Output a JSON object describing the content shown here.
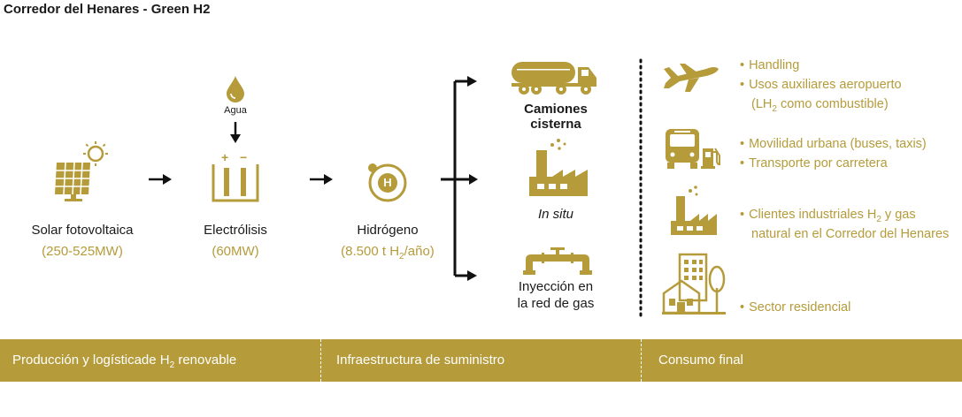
{
  "title": "Corredor del Henares - Green H2",
  "colors": {
    "gold": "#b59b3a",
    "dark": "#1a1a1a",
    "white": "#ffffff"
  },
  "production": {
    "solar": {
      "label": "Solar fotovoltaica",
      "value": "(250-525MW)",
      "icon": "solar-panel-icon"
    },
    "water": {
      "label": "Agua",
      "icon": "water-drop-icon"
    },
    "electrolysis": {
      "label": "Electrólisis",
      "value": "(60MW)",
      "icon": "electrolyzer-icon",
      "plus": "+",
      "minus": "−"
    },
    "hydrogen": {
      "label": "Hidrógeno",
      "value_pre": "(8.500 t H",
      "value_sub": "2",
      "value_post": "/año)",
      "icon": "hydrogen-atom-icon",
      "symbol": "H"
    }
  },
  "supply": {
    "trucks": {
      "line1": "Camiones",
      "line2": "cisterna",
      "icon": "tanker-truck-icon"
    },
    "insitu": {
      "label": "In situ",
      "icon": "factory-icon"
    },
    "pipeline": {
      "line1": "Inyección en",
      "line2": "la red de gas",
      "icon": "pipeline-icon"
    }
  },
  "consumption": {
    "airport": {
      "icon": "airplane-icon",
      "b1": "Handling",
      "b2": "Usos auxiliares aeropuerto",
      "b3_pre": "(LH",
      "b3_sub": "2",
      "b3_post": " como combustible)"
    },
    "mobility": {
      "icon": "bus-fuel-icon",
      "b1": "Movilidad urbana (buses, taxis)",
      "b2": "Transporte por carretera"
    },
    "industry": {
      "icon": "industry-icon",
      "b1_pre": "Clientes industriales H",
      "b1_sub": "2",
      "b1_post": "  y gas",
      "b2": "natural en el Corredor del Henares"
    },
    "residential": {
      "icon": "residential-icon",
      "b1": "Sector residencial"
    }
  },
  "footer": {
    "seg1_pre": "Producción y logísticade H",
    "seg1_sub": "2",
    "seg1_post": " renovable",
    "seg2": "Infraestructura de suministro",
    "seg3": "Consumo final"
  },
  "bullet": "•"
}
